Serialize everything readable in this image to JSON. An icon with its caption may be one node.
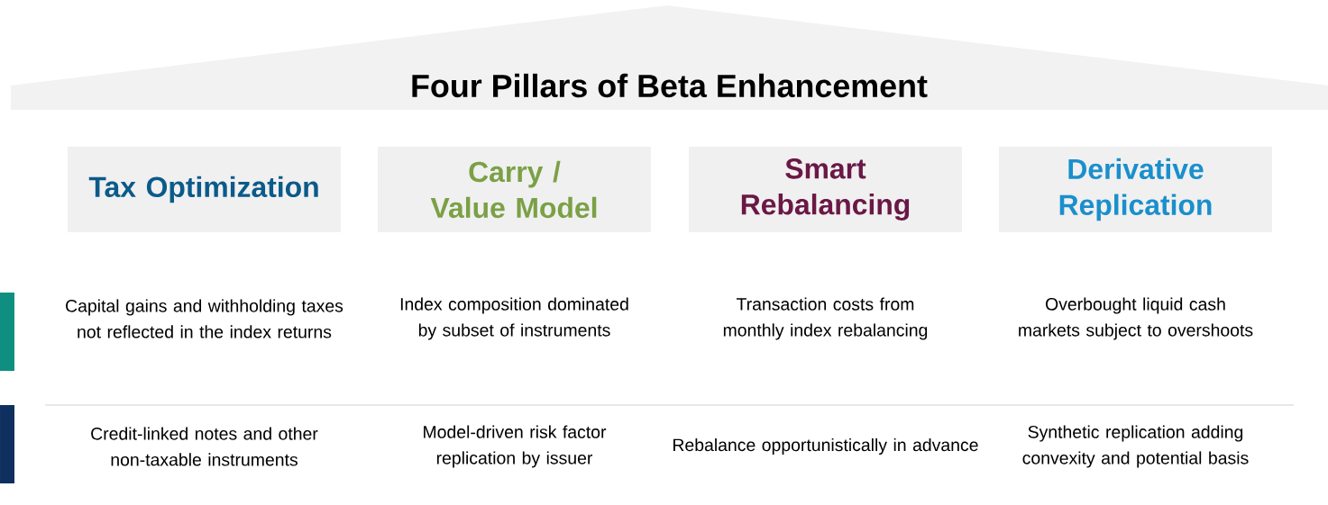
{
  "diagram": {
    "title": "Four Pillars of Beta Enhancement",
    "nodes": [
      {
        "text": [
          "Tax Optimization"
        ]
      },
      {
        "text": [
          "Carry / Value Model"
        ]
      },
      {
        "text": [
          "Smart Rebalancing"
        ]
      },
      {
        "text": [
          "Derivative Replication"
        ]
      }
    ],
    "labels": [
      "Capital gains and withholding taxes not reflected in the index returns",
      "Index composition dominated by subset of instruments",
      "Transaction costs from monthly index rebalancing",
      "Overbought liquid cash markets subject to overshoots",
      "Credit-linked notes and other non-taxable instruments",
      "Model-driven risk factor replication by issuer",
      "Rebalance opportunistically in advance",
      "Synthetic replication adding convexity and potential basis"
    ]
  }
}
